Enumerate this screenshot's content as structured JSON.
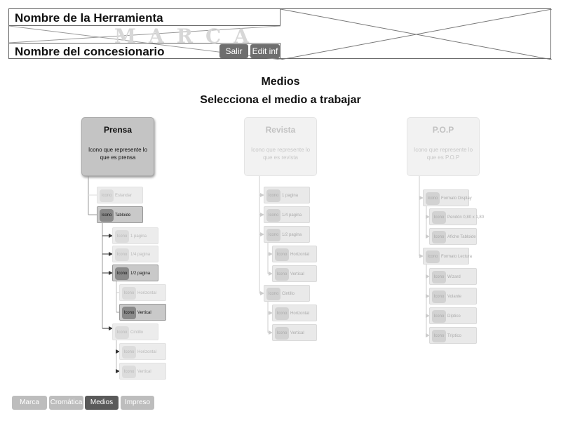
{
  "header": {
    "tool_name": "Nombre de la Herramienta",
    "dealer_name": "Nombre del concesionario",
    "brand": "MARCA",
    "exit_label": "Salir",
    "edit_label": "Edit inf"
  },
  "main": {
    "heading": "Medios",
    "subheading": "Selecciona el medio a trabajar"
  },
  "media": [
    {
      "title": "Prensa",
      "desc": "Icono que represente lo que es prensa"
    },
    {
      "title": "Revista",
      "desc": "Icono que represente lo que es revista"
    },
    {
      "title": "P.O.P",
      "desc": "Icono que represente lo que es P.O.P"
    }
  ],
  "icon_text": "Icono",
  "prensa_tree": {
    "estandar": "Estandar",
    "tabloide": "Tabloide",
    "t_1pag": "1 pagina",
    "t_14pag": "1/4 pagina",
    "t_12pag": "1/2 pagina",
    "t_12_horizontal": "Horizontal",
    "t_12_vertical": "Vertical",
    "cintillo": "Cintillo",
    "c_horizontal": "Horizontal",
    "c_vertical": "Vertical"
  },
  "revista_tree": {
    "pag1": "1 pagina",
    "pag14": "1/4 pagina",
    "pag12": "1/2 pagina",
    "p12_horizontal": "Horizontal",
    "p12_vertical": "Vertical",
    "cintillo": "Cintillo",
    "c_horizontal": "Horizontal",
    "c_vertical": "Vertical"
  },
  "pop_tree": {
    "display": "Formato Display",
    "pendon": "Pendón 0,80 x 1,80",
    "afiche": "Afiche Tabloide",
    "lectura": "Formato Lectura",
    "wizard": "Wizard",
    "volante": "Volante",
    "diptico": "Díptico",
    "triptico": "Tríptico"
  },
  "nav": {
    "marca": "Marca",
    "cromatica": "Cromática",
    "medios": "Medios",
    "impreso": "Impreso",
    "active": "Medios"
  },
  "colors": {
    "active_card": "#c4c4c4",
    "active_nav": "#5a5a5a",
    "inactive_nav": "#bdbdbd",
    "button": "#6e6e6e"
  }
}
